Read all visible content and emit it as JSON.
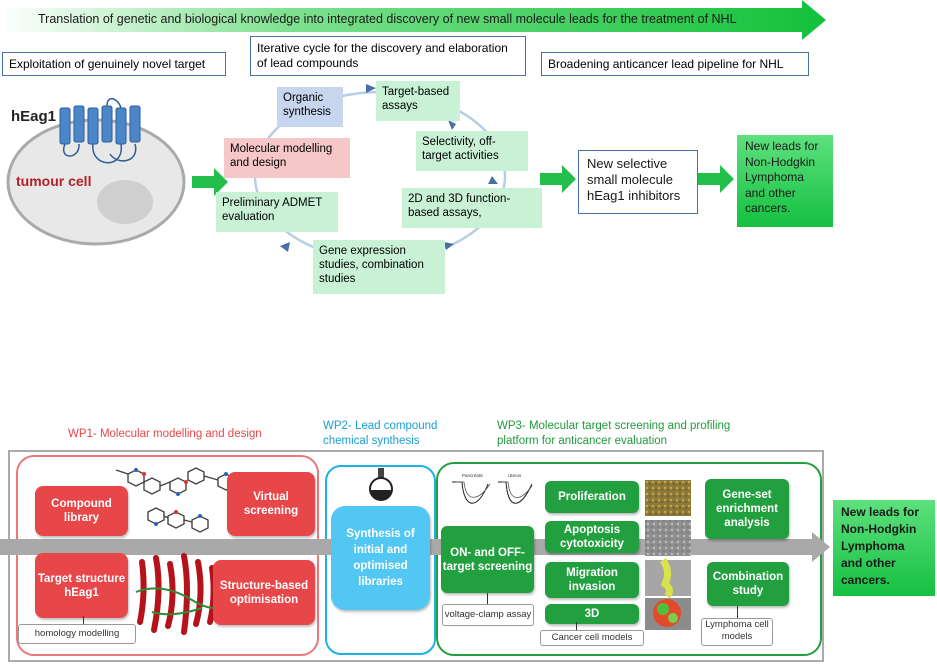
{
  "banner": {
    "text": "Translation of genetic and biological knowledge into integrated discovery of new small molecule leads for the treatment of NHL"
  },
  "headers": {
    "left": "Exploitation of genuinely novel target",
    "middle": "Iterative cycle for the discovery and elaboration of lead compounds",
    "right": "Broadening anticancer lead pipeline for NHL"
  },
  "cell": {
    "target": "hEag1",
    "cell_label": "tumour cell"
  },
  "cycle": {
    "organic": "Organic synthesis",
    "target_assays": "Target-based assays",
    "selectivity": "Selectivity, off-target activities",
    "functional": "2D and 3D function-based assays,",
    "gene_expression": "Gene expression studies, combination studies",
    "admet": "Preliminary ADMET evaluation",
    "modelling": "Molecular modelling and design"
  },
  "inhibitors": "New selective small molecule hEag1 inhibitors",
  "new_leads_top": "New leads for Non-Hodgkin Lymphoma and other cancers.",
  "wp1": {
    "title": "WP1- Molecular modelling and design",
    "compound_library": "Compound library",
    "virtual_screening": "Virtual screening",
    "target_structure": "Target structure hEag1",
    "structure_opt": "Structure-based optimisation",
    "homology": "homology modelling"
  },
  "wp2": {
    "title": "WP2- Lead compound chemical synthesis",
    "synthesis": "Synthesis of initial and optimised libraries"
  },
  "wp3": {
    "title": "WP3- Molecular target screening and profiling platform for anticancer evaluation",
    "on_off": "ON- and OFF- target screening",
    "voltage": "voltage-clamp assay",
    "proliferation": "Proliferation",
    "apoptosis": "Apoptosis cytotoxicity",
    "migration": "Migration invasion",
    "three_d": "3D",
    "cancer_models": "Cancer cell models",
    "gene_set": "Gene-set enrichment analysis",
    "combination": "Combination study",
    "lymphoma_models": "Lymphoma cell models"
  },
  "new_leads_bottom": "New leads for Non-Hodgkin Lymphoma and other cancers.",
  "colors": {
    "green_bright": "#22c04a",
    "green_dark": "#22a03f",
    "red": "#e8474a",
    "blue": "#1fb0e8",
    "light_green": "#c9f1d5",
    "light_red": "#f6c7c8",
    "light_blue": "#c7d6ee",
    "gray_arrow": "#a9a9a9"
  }
}
